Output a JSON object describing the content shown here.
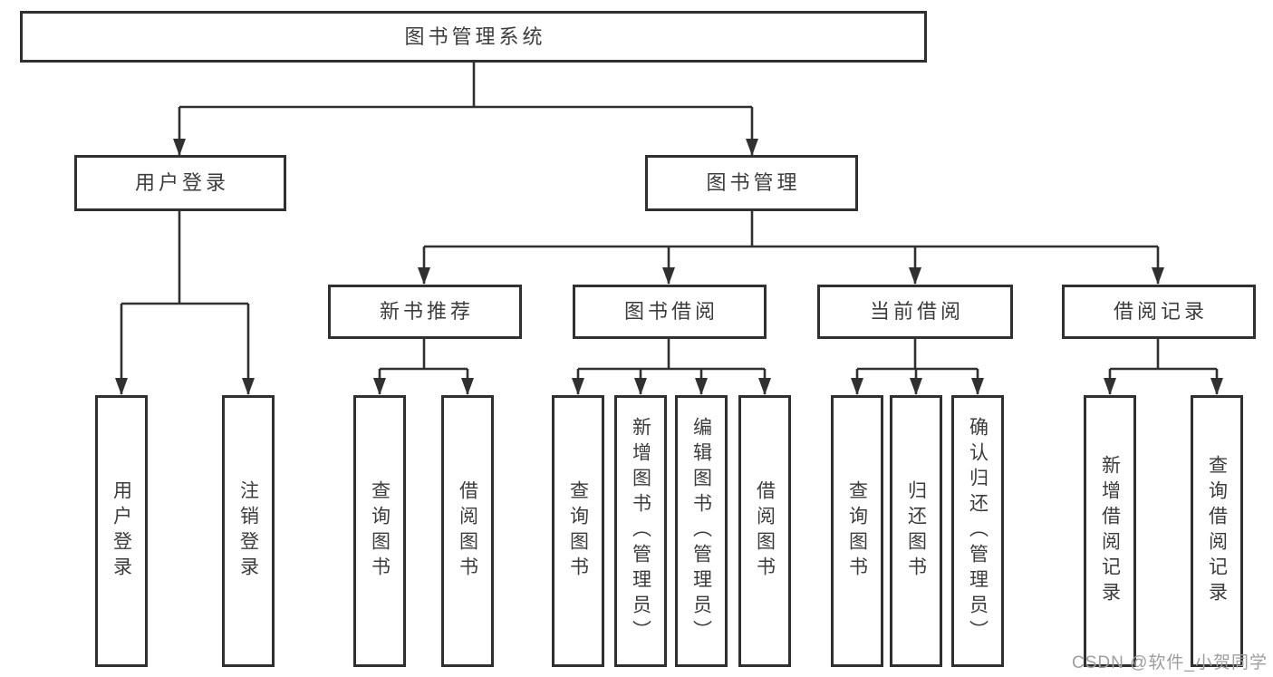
{
  "diagram_title": "图书管理系统",
  "tree": {
    "label": "图书管理系统",
    "children": [
      {
        "label": "用户登录",
        "children": [
          {
            "label": "用户登录"
          },
          {
            "label": "注销登录"
          }
        ]
      },
      {
        "label": "图书管理",
        "children": [
          {
            "label": "新书推荐",
            "children": [
              {
                "label": "查询图书"
              },
              {
                "label": "借阅图书"
              }
            ]
          },
          {
            "label": "图书借阅",
            "children": [
              {
                "label": "查询图书"
              },
              {
                "label": "新增图书（管理员）"
              },
              {
                "label": "编辑图书（管理员）"
              },
              {
                "label": "借阅图书"
              }
            ]
          },
          {
            "label": "当前借阅",
            "children": [
              {
                "label": "查询图书"
              },
              {
                "label": "归还图书"
              },
              {
                "label": "确认归还（管理员）"
              }
            ]
          },
          {
            "label": "借阅记录",
            "children": [
              {
                "label": "新增借阅记录"
              },
              {
                "label": "查询借阅记录"
              }
            ]
          }
        ]
      }
    ]
  },
  "watermark": {
    "text": "CSDN @软件_小贺同学"
  },
  "colors": {
    "line": "#303030",
    "text": "#3c3c3c",
    "watermark": "#9e9e9e",
    "background": "#ffffff"
  }
}
